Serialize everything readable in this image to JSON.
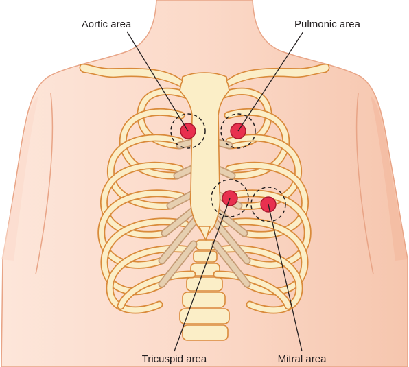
{
  "labels": {
    "aortic": "Aortic area",
    "pulmonic": "Pulmonic area",
    "tricuspid": "Tricuspid area",
    "mitral": "Mitral area"
  },
  "colors": {
    "skin": "#f9d5c3",
    "skin_outline": "#e8a486",
    "bone_fill": "#fbeec7",
    "bone_outline": "#d98a3a",
    "cartilage": "#e6cfb0",
    "marker": "#e8304f"
  }
}
